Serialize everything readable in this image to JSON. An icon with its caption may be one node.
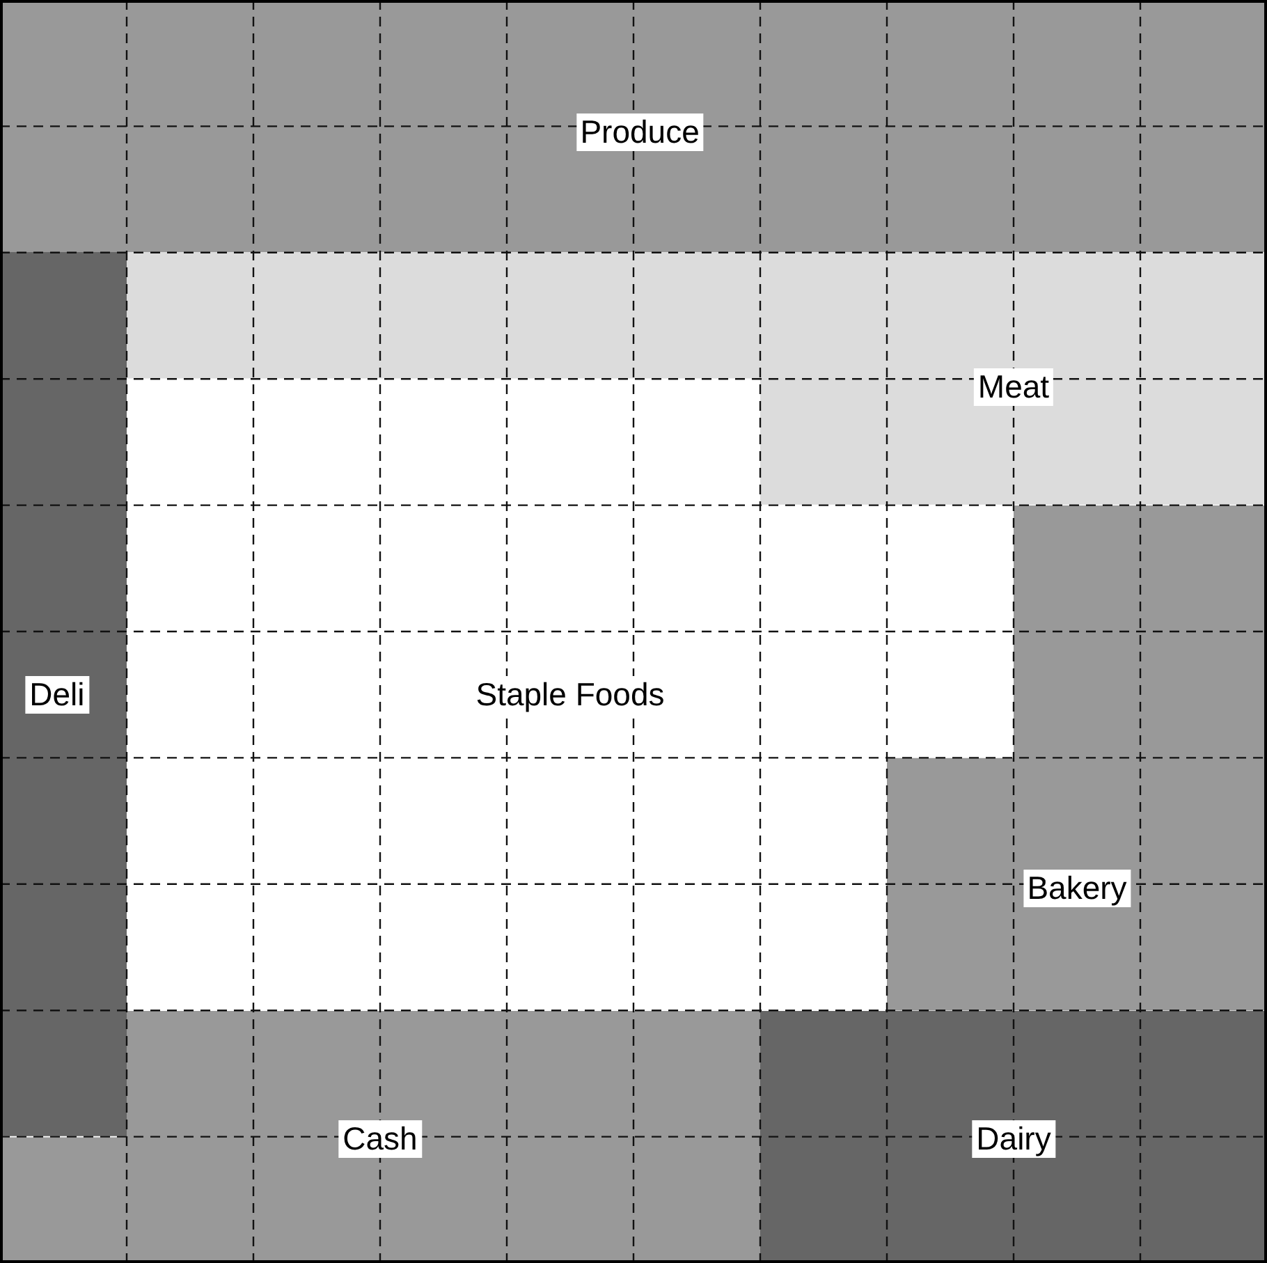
{
  "diagram": {
    "nodes": [
      {
        "text": [
          "Produce"
        ]
      },
      {
        "text": [
          "Meat"
        ]
      },
      {
        "text": [
          "Deli"
        ]
      },
      {
        "text": [
          "Staple Foods"
        ]
      },
      {
        "text": [
          "Bakery"
        ]
      },
      {
        "text": [
          "Cash"
        ]
      },
      {
        "text": [
          "Dairy"
        ]
      }
    ]
  }
}
